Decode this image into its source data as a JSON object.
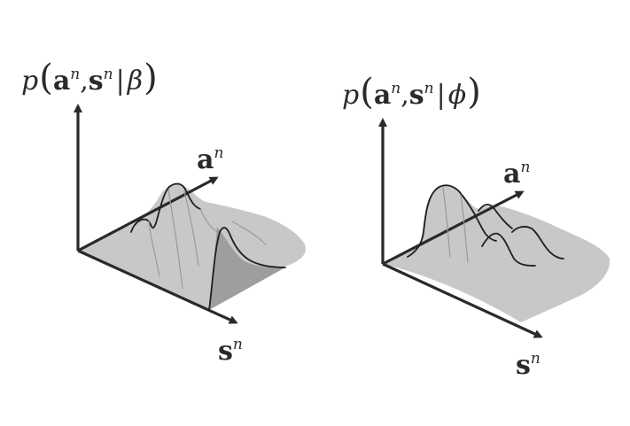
{
  "panels": [
    {
      "id": "left",
      "ylabel": {
        "func": "p",
        "var_a": "a",
        "sup_a": "n",
        "comma": ",",
        "var_s": "s",
        "sup_s": "n",
        "bar": "|",
        "param": "β"
      },
      "axis_a": {
        "var": "a",
        "sup": "n"
      },
      "axis_s": {
        "var": "s",
        "sup": "n"
      }
    },
    {
      "id": "right",
      "ylabel": {
        "func": "p",
        "var_a": "a",
        "sup_a": "n",
        "comma": ",",
        "var_s": "s",
        "sup_s": "n",
        "bar": "|",
        "param": "ϕ"
      },
      "axis_a": {
        "var": "a",
        "sup": "n"
      },
      "axis_s": {
        "var": "s",
        "sup": "n"
      }
    }
  ],
  "colors": {
    "axis": "#2a2a2a",
    "surface": "#c8c8c8",
    "surface_shadow": "#9e9e9e",
    "ridge": "#1e1e1e"
  }
}
